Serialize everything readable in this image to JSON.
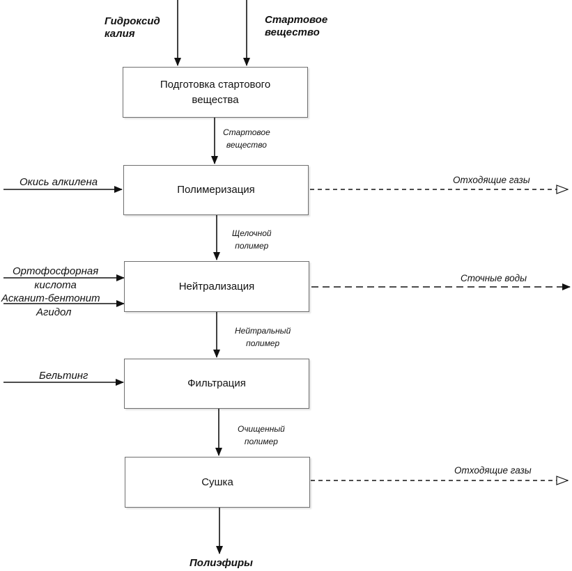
{
  "processes": [
    "Подготовка стартового\nвещества",
    "Полимеризация",
    "Нейтрализация",
    "Фильтрация",
    "Сушка"
  ],
  "top_inputs": [
    "Гидроксид\nкалия",
    "Стартовое\nвещество"
  ],
  "flows": [
    "Стартовое\nвещество",
    "Щелочной\nполимер",
    "Нейтральный\nполимер",
    "Очищенный\nполимер"
  ],
  "side_inputs": [
    "Окись алкилена",
    "Ортофосфорная\nкислота",
    "Асканит-бентонит",
    "Агидол",
    "Бельтинг"
  ],
  "outputs": [
    "Отходящие газы",
    "Сточные воды",
    "Отходящие газы"
  ],
  "final_product": "Полиэфиры"
}
